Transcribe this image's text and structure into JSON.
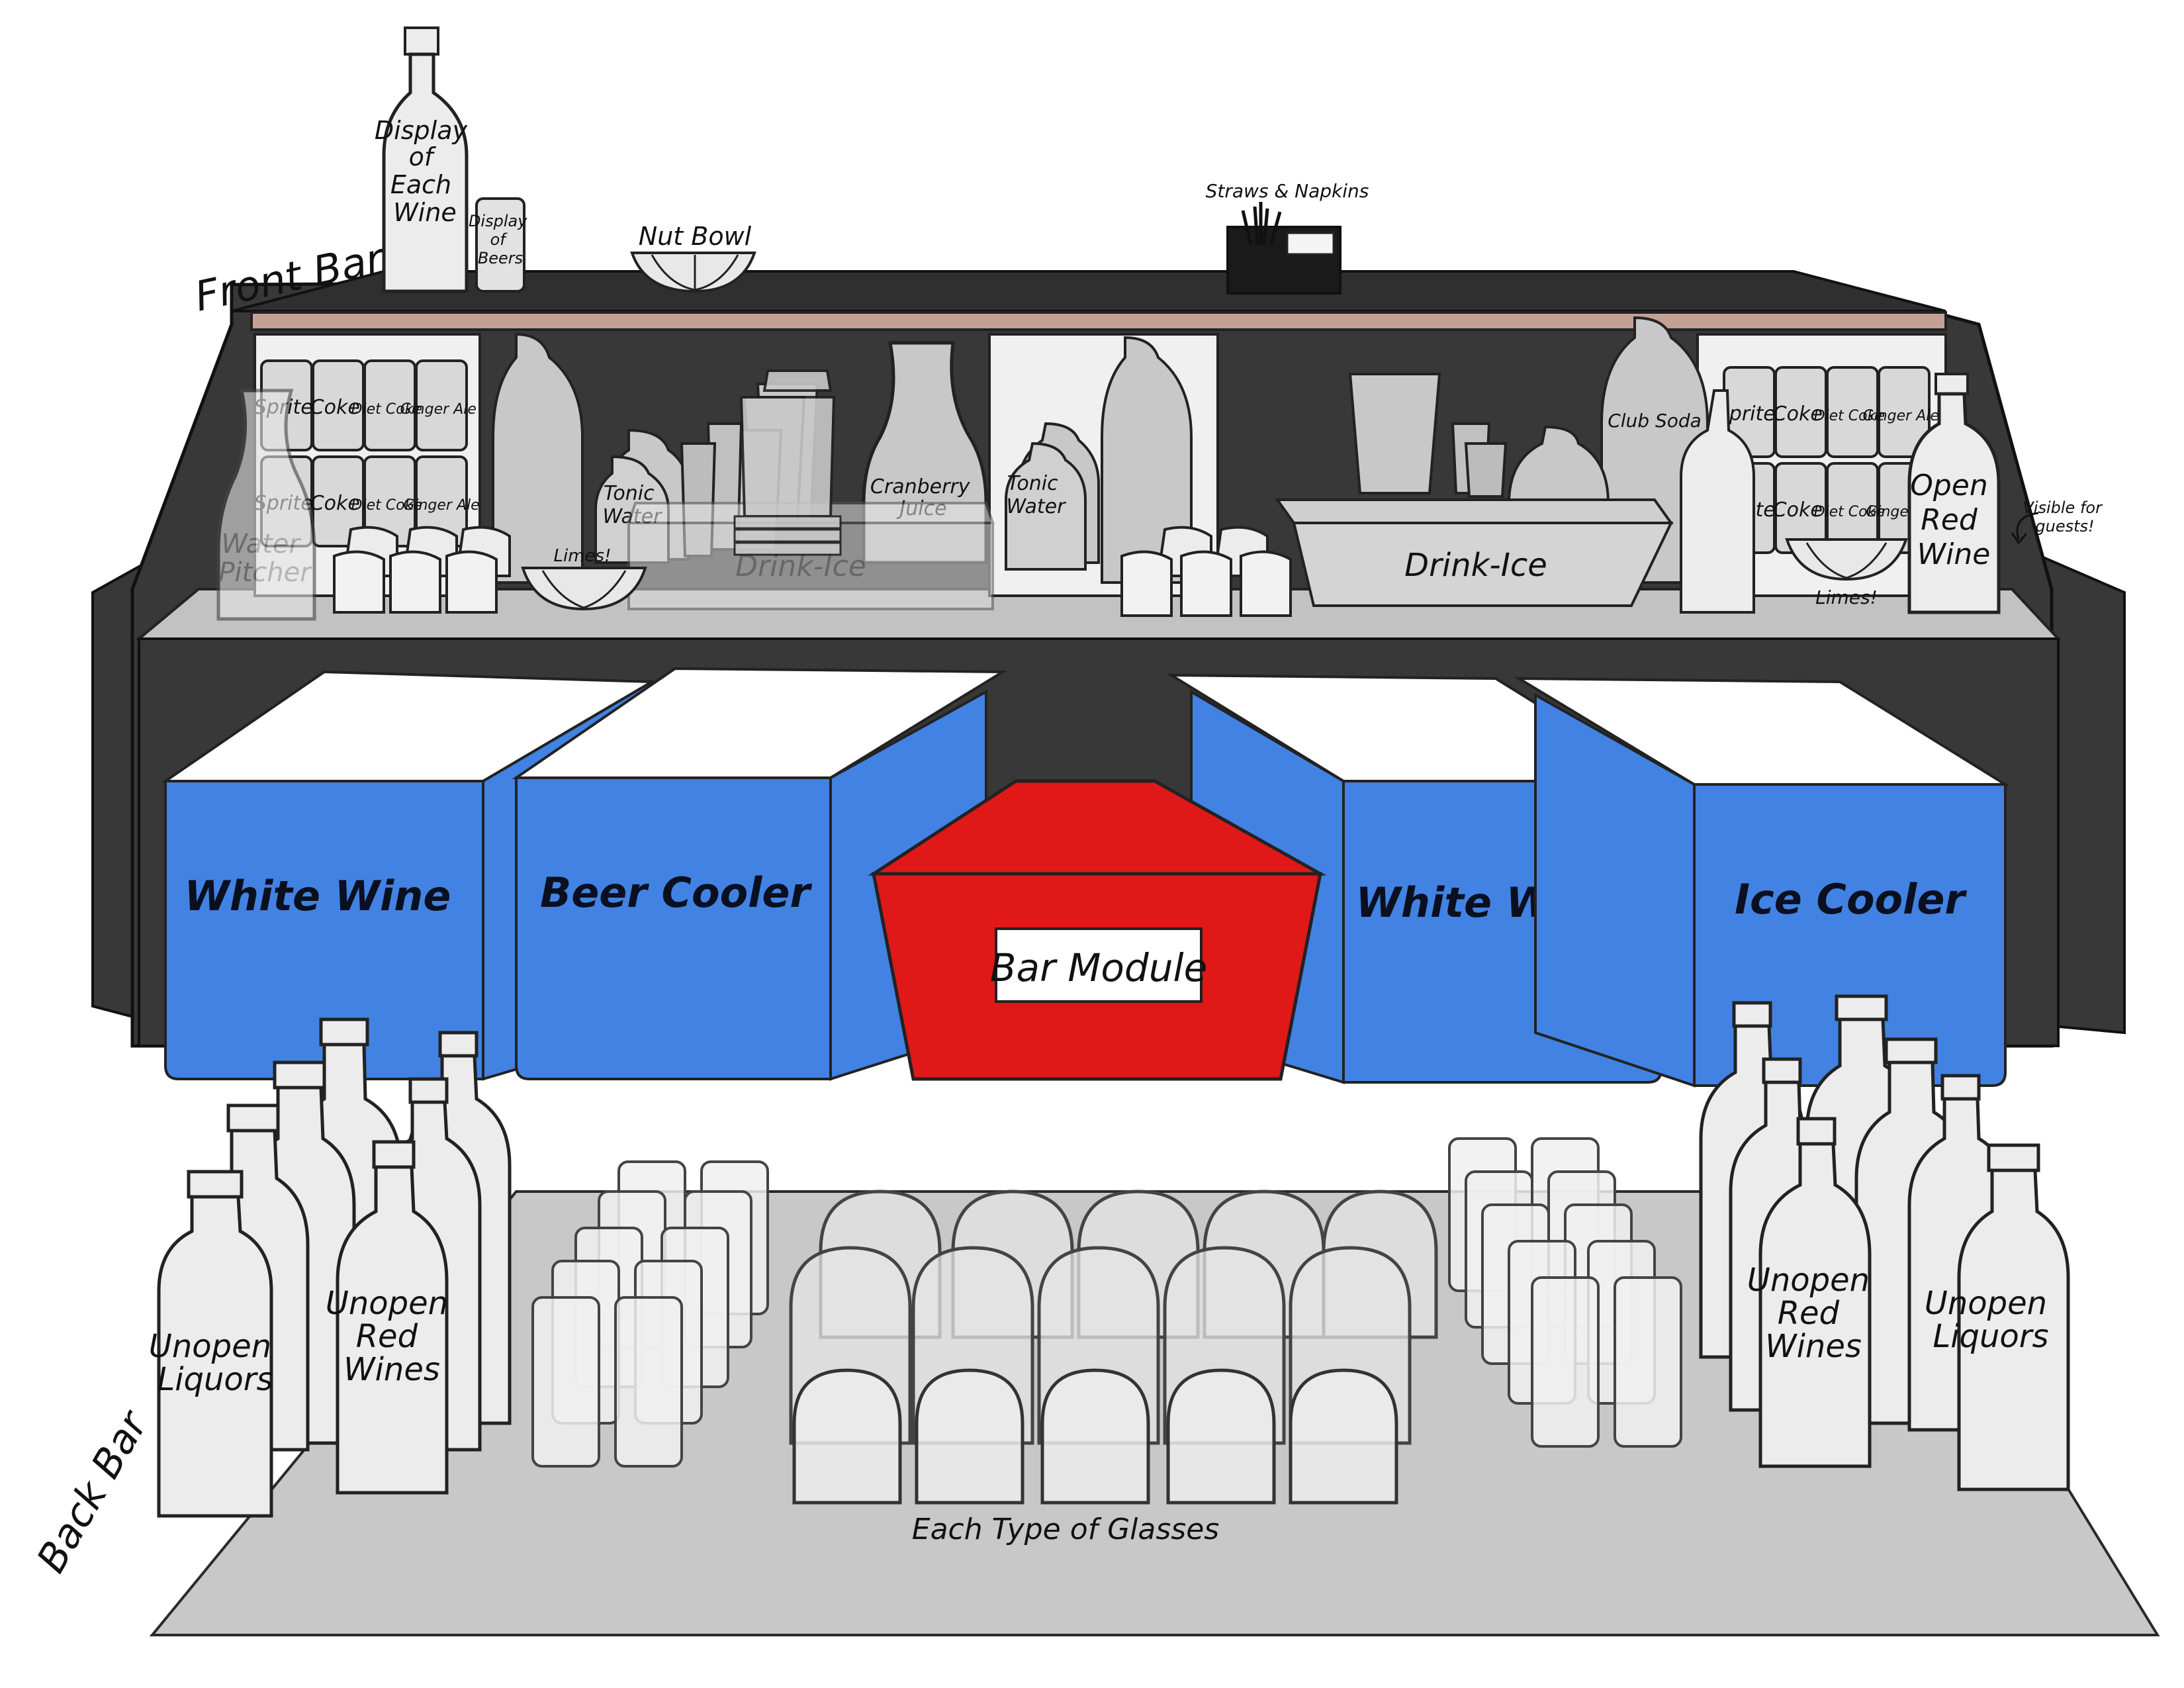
{
  "labels": {
    "front_bar": "Front Bar",
    "back_bar": "Back Bar",
    "display_wine": [
      "Display",
      "of",
      "Each",
      "Wine"
    ],
    "display_beers": [
      "Display",
      "of",
      "Beers"
    ],
    "nut_bowl": "Nut Bowl",
    "straws_napkins": "Straws & Napkins",
    "cans_row1": [
      "Sprite",
      "Coke",
      "Diet Coke",
      "Ginger Ale"
    ],
    "cans_row2": [
      "Sprite",
      "Coke",
      "Diet Coke",
      "Ginger Ale"
    ],
    "water_pitcher": [
      "Water",
      "Pitcher"
    ],
    "limes": "Limes!",
    "tonic_water": [
      "Tonic",
      "Water"
    ],
    "cranberry_juice": [
      "Cranberry",
      "Juice"
    ],
    "drink_ice": "Drink-Ice",
    "club_soda": "Club Soda",
    "open_red_wine": [
      "Open",
      "Red",
      "Wine"
    ],
    "visible_for_guests": [
      "Visible for",
      "guests!"
    ],
    "white_wine": "White Wine",
    "beer_cooler": "Beer Cooler",
    "bar_module": "Bar Module",
    "ice_cooler": "Ice Cooler",
    "unopen_liquors": [
      "Unopen",
      "Liquors"
    ],
    "unopen_red_wines": [
      "Unopen",
      "Red",
      "Wines"
    ],
    "each_type_of_glasses": "Each Type of Glasses"
  },
  "colors": {
    "bar_dark": "#383838",
    "counter_top": "#c2c2c2",
    "rail": "#c4a194",
    "cooler_blue": "#4282e2",
    "module_red": "#e01818",
    "floor": "#c8c8c8",
    "bottle": "#ececec"
  }
}
